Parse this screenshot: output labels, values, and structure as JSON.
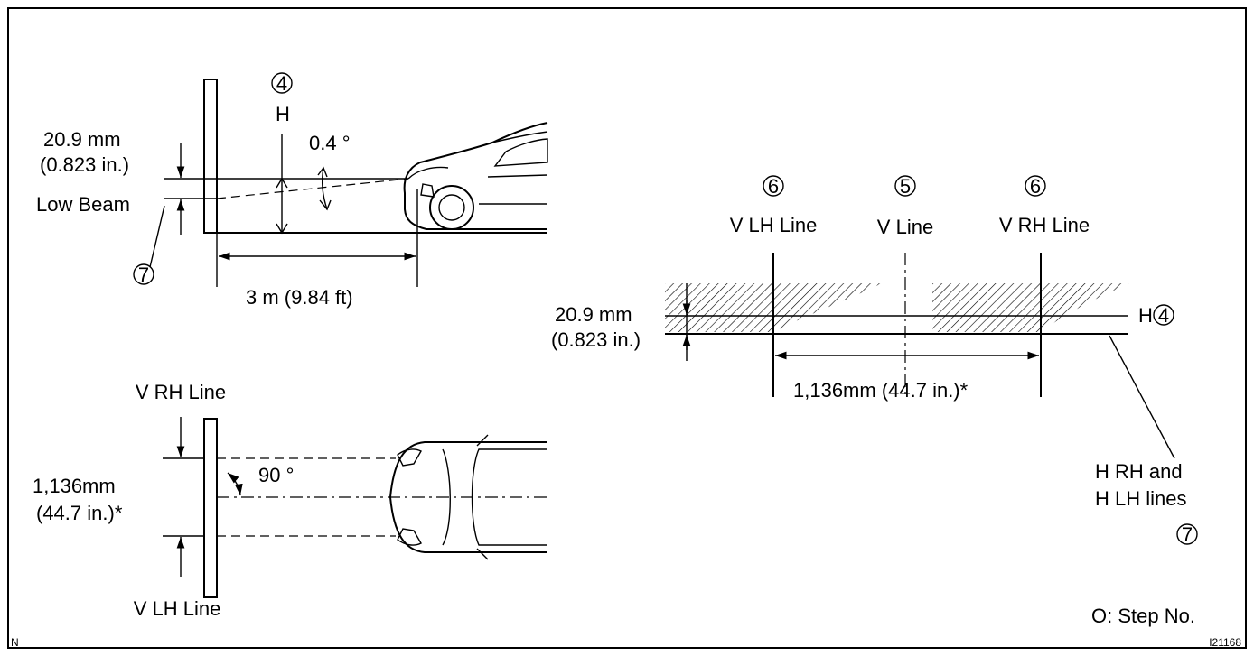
{
  "side_view": {
    "step_h": "4",
    "h_label": "H",
    "height_mm": "20.9 mm",
    "height_in": "(0.823 in.)",
    "angle": "0.4 °",
    "low_beam": "Low Beam",
    "step_low": "7",
    "distance": "3 m (9.84 ft)"
  },
  "top_view": {
    "v_rh": "V RH Line",
    "v_lh": "V LH Line",
    "width_mm": "1,136mm",
    "width_in": "(44.7 in.)*",
    "angle": "90 °"
  },
  "screen_view": {
    "step_v_lh": "6",
    "v_lh": "V LH Line",
    "step_v": "5",
    "v_line": "V Line",
    "step_v_rh": "6",
    "v_rh": "V RH Line",
    "height_mm": "20.9 mm",
    "height_in": "(0.823 in.)",
    "h_label": "H",
    "step_h": "4",
    "width": "1,136mm (44.7 in.)*",
    "h_lines_1": "H RH and",
    "h_lines_2": "H LH lines",
    "step_h_lines": "7"
  },
  "legend": "O: Step No.",
  "corner_left": "N",
  "corner_right": "I21168"
}
